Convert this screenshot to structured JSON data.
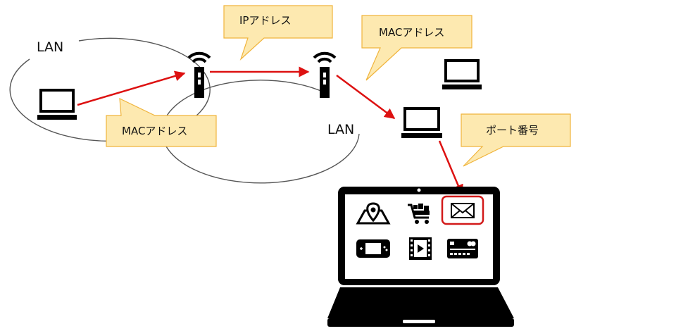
{
  "colors": {
    "arrow": "#dd1111",
    "callout_fill": "#fde9b0",
    "callout_stroke": "#f0b43c",
    "ellipse": "#555555",
    "device": "#000000",
    "highlight": "#d21a1a"
  },
  "networks": {
    "left_lan_label": "LAN",
    "right_lan_label": "LAN"
  },
  "callouts": {
    "ip_address": "IPアドレス",
    "mac_address_right": "MACアドレス",
    "mac_address_left": "MACアドレス",
    "port_number": "ポート番号"
  },
  "app_icons": [
    "map-pin-icon",
    "shopping-cart-icon",
    "mail-icon",
    "game-controller-icon",
    "video-icon",
    "credit-card-icon"
  ],
  "highlighted_app": "mail-icon"
}
